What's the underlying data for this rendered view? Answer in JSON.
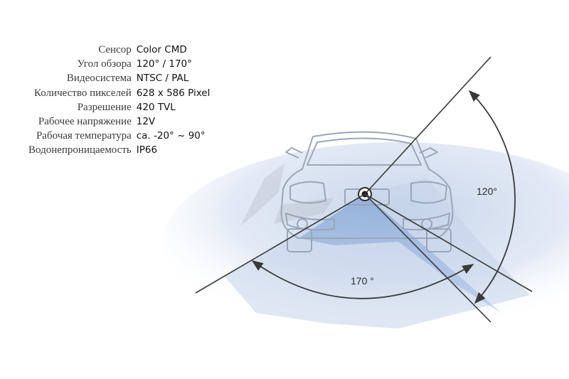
{
  "specs": [
    {
      "label": "Сенсор",
      "value": "Color CMD"
    },
    {
      "label": "Угол обзора",
      "value": "120° / 170°"
    },
    {
      "label": "Видеосистема",
      "value": "NTSC / PAL"
    },
    {
      "label": "Количество пикселей",
      "value": "628 x 586 Pixel"
    },
    {
      "label": "Разрешение",
      "value": "420 TVL"
    },
    {
      "label": "Рабочее напряжение",
      "value": "12V"
    },
    {
      "label": "Рабочая температура",
      "value": "ca. -20° ~ 90°"
    },
    {
      "label": "Водонепроницаемость",
      "value": "IP66"
    }
  ],
  "diagram": {
    "angle_wide": "170 °",
    "angle_narrow": "120°"
  },
  "colors": {
    "car_outline": "#9aa6b8",
    "fov_fill": "#b9cbe6",
    "line": "#3a3a3a",
    "text": "#111111"
  }
}
